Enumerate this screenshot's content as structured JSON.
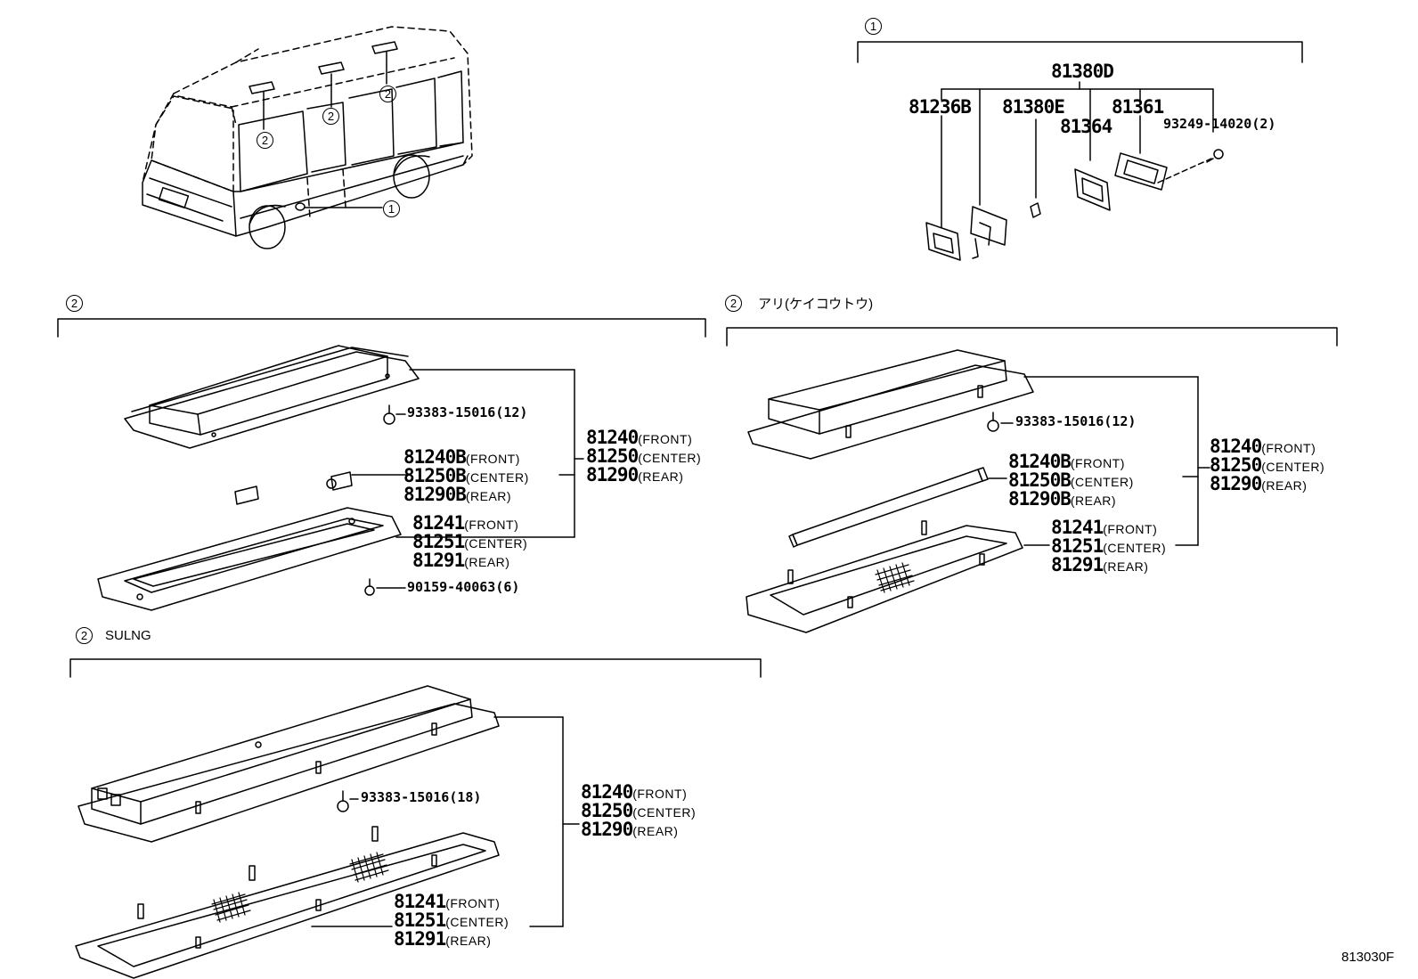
{
  "callouts": {
    "one": "1",
    "two": "2"
  },
  "section1": {
    "assembly": "81380D",
    "parts": [
      "81236B",
      "81380E",
      "81364",
      "81361"
    ],
    "screw": "93249-14020(2)"
  },
  "section2": {
    "bolt1": "93383-15016(12)",
    "bulb": {
      "p1": "81240B",
      "s1": "(FRONT)",
      "p2": "81250B",
      "s2": "(CENTER)",
      "p3": "81290B",
      "s3": "(REAR)"
    },
    "lens": {
      "p1": "81241",
      "s1": "(FRONT)",
      "p2": "81251",
      "s2": "(CENTER)",
      "p3": "81291",
      "s3": "(REAR)"
    },
    "assy": {
      "p1": "81240",
      "s1": "(FRONT)",
      "p2": "81250",
      "s2": "(CENTER)",
      "p3": "81290",
      "s3": "(REAR)"
    },
    "bolt2": "90159-40063(6)"
  },
  "section3": {
    "caption": "アリ(ケイコウトウ)",
    "bolt1": "93383-15016(12)",
    "tube": {
      "p1": "81240B",
      "s1": "(FRONT)",
      "p2": "81250B",
      "s2": "(CENTER)",
      "p3": "81290B",
      "s3": "(REAR)"
    },
    "lens": {
      "p1": "81241",
      "s1": "(FRONT)",
      "p2": "81251",
      "s2": "(CENTER)",
      "p3": "81291",
      "s3": "(REAR)"
    },
    "assy": {
      "p1": "81240",
      "s1": "(FRONT)",
      "p2": "81250",
      "s2": "(CENTER)",
      "p3": "81290",
      "s3": "(REAR)"
    }
  },
  "section4": {
    "caption": "SULNG",
    "bolt1": "93383-15016(18)",
    "assy": {
      "p1": "81240",
      "s1": "(FRONT)",
      "p2": "81250",
      "s2": "(CENTER)",
      "p3": "81290",
      "s3": "(REAR)"
    },
    "lens": {
      "p1": "81241",
      "s1": "(FRONT)",
      "p2": "81251",
      "s2": "(CENTER)",
      "p3": "81291",
      "s3": "(REAR)"
    }
  },
  "footer": {
    "code": "813030F"
  }
}
